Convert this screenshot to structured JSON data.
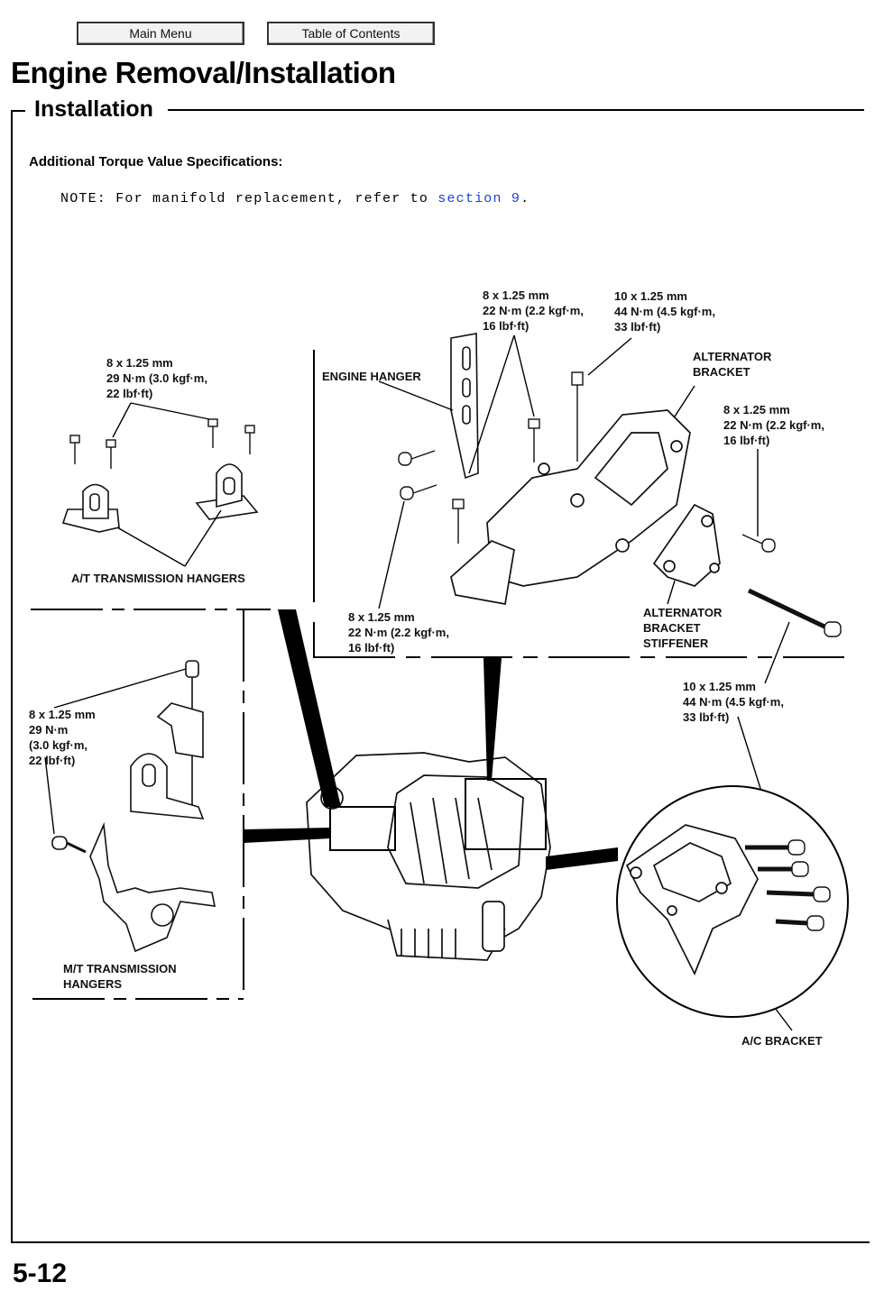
{
  "nav": {
    "main_menu": "Main Menu",
    "table_of_contents": "Table of Contents"
  },
  "page": {
    "title": "Engine Removal/Installation",
    "subtitle": "Installation",
    "spec_heading": "Additional Torque Value Specifications:",
    "note_prefix": "NOTE:  For manifold replacement, refer to ",
    "note_link": "section 9",
    "note_suffix": ".",
    "page_number": "5-12"
  },
  "diagram": {
    "labels": {
      "hanger_bolt_top": [
        "8 x 1.25 mm",
        "22 N·m (2.2 kgf·m,",
        "16 lbf·ft)"
      ],
      "alt_bolt_top": [
        "10 x 1.25 mm",
        "44 N·m (4.5 kgf·m,",
        "33 lbf·ft)"
      ],
      "alternator_bracket": [
        "ALTERNATOR",
        "BRACKET"
      ],
      "alt_bracket_bolt": [
        "8 x 1.25 mm",
        "22 N·m (2.2 kgf·m,",
        "16 lbf·ft)"
      ],
      "engine_hanger": "ENGINE HANGER",
      "at_bolt": [
        "8 x 1.25 mm",
        "29 N·m (3.0 kgf·m,",
        "22 lbf·ft)"
      ],
      "at_hangers": "A/T TRANSMISSION HANGERS",
      "hanger_bolt_bottom": [
        "8 x 1.25 mm",
        "22 N·m (2.2 kgf·m,",
        "16 lbf·ft)"
      ],
      "alt_stiffener": [
        "ALTERNATOR",
        "BRACKET",
        "STIFFENER"
      ],
      "ac_bolt": [
        "10 x 1.25 mm",
        "44 N·m (4.5 kgf·m,",
        "33 lbf·ft)"
      ],
      "mt_bolt": [
        "8 x 1.25 mm",
        "29 N·m",
        "(3.0 kgf·m,",
        "22 lbf·ft)"
      ],
      "mt_hangers": [
        "M/T TRANSMISSION",
        "HANGERS"
      ],
      "ac_bracket": "A/C BRACKET"
    }
  }
}
